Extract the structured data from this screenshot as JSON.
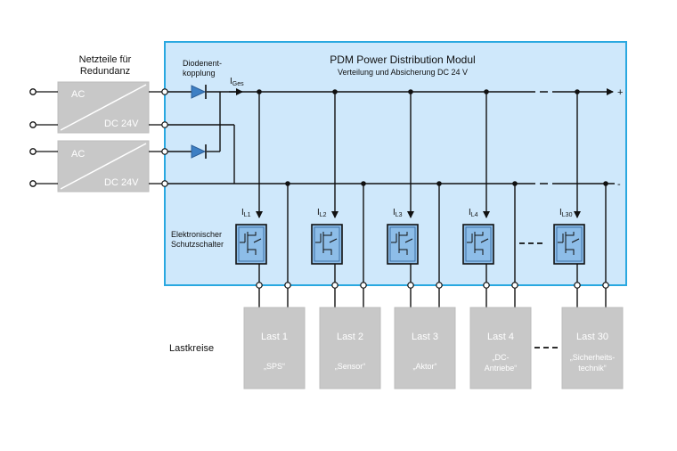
{
  "colors": {
    "module_fill": "#cfe8fb",
    "module_border": "#2aa8e0",
    "psu_fill": "#c8c8c8",
    "load_fill": "#c8c8c8",
    "diode": "#3d7fc4",
    "switch_fill": "#8dbde8",
    "line": "#111111"
  },
  "psu": {
    "title_line1": "Netzteile für",
    "title_line2": "Redundanz",
    "units": [
      {
        "ac_label": "AC",
        "dc_label": "DC 24V"
      },
      {
        "ac_label": "AC",
        "dc_label": "DC 24V"
      }
    ]
  },
  "module": {
    "title": "PDM Power Distribution Modul",
    "subtitle": "Verteilung und Absicherung DC 24 V",
    "diode_label_line1": "Diodenent-",
    "diode_label_line2": "kopplung",
    "current_total": "I",
    "current_total_sub": "Ges",
    "plus_symbol": "+",
    "minus_symbol": "-",
    "breaker_label_line1": "Elektronischer",
    "breaker_label_line2": "Schutzschalter",
    "channels": [
      {
        "cur": "I",
        "sub": "L1"
      },
      {
        "cur": "I",
        "sub": "L2"
      },
      {
        "cur": "I",
        "sub": "L3"
      },
      {
        "cur": "I",
        "sub": "L4"
      },
      {
        "cur": "I",
        "sub": "L30"
      }
    ]
  },
  "loads": {
    "section_label": "Lastkreise",
    "items": [
      {
        "name": "Last 1",
        "desc_line1": "„SPS“",
        "desc_line2": ""
      },
      {
        "name": "Last 2",
        "desc_line1": "„Sensor“",
        "desc_line2": ""
      },
      {
        "name": "Last 3",
        "desc_line1": "„Aktor“",
        "desc_line2": ""
      },
      {
        "name": "Last 4",
        "desc_line1": "„DC-",
        "desc_line2": "Antriebe“"
      },
      {
        "name": "Last 30",
        "desc_line1": "„Sicherheits-",
        "desc_line2": "technik“"
      }
    ]
  }
}
